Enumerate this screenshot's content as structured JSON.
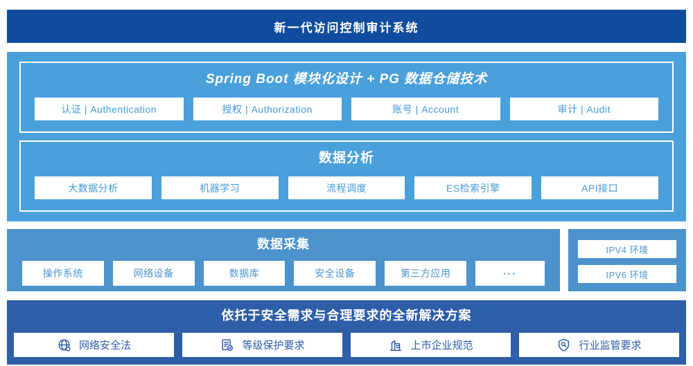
{
  "banner": {
    "title": "新一代访问控制审计系统"
  },
  "platform": {
    "modules": {
      "title": "Spring Boot 模块化设计 + PG 数据仓储技术",
      "items": [
        "认证 | Authentication",
        "授权 | Authorization",
        "账号 | Account",
        "审计 | Audit"
      ]
    },
    "analysis": {
      "title": "数据分析",
      "items": [
        "大数据分析",
        "机器学习",
        "流程调度",
        "ES检索引擎",
        "API接口"
      ]
    }
  },
  "collection": {
    "title": "数据采集",
    "items": [
      "操作系统",
      "网络设备",
      "数据库",
      "安全设备",
      "第三方应用",
      "···"
    ]
  },
  "environments": {
    "items": [
      "IPV4 环境",
      "IPV6 环境"
    ]
  },
  "solution": {
    "title": "依托于安全需求与合理要求的全新解决方案",
    "items": [
      {
        "icon": "globe-icon",
        "label": "网络安全法"
      },
      {
        "icon": "document-check-icon",
        "label": "等级保护要求"
      },
      {
        "icon": "building-icon",
        "label": "上市企业规范"
      },
      {
        "icon": "shield-search-icon",
        "label": "行业监管要求"
      }
    ]
  },
  "colors": {
    "navy": "#114C9E",
    "sky": "#4AA0DB",
    "mid": "#4C92CD",
    "dark": "#2F5EA8",
    "text_sky": "#4199D6",
    "text_mid": "#4B93CE",
    "text_dark": "#2D5BA6"
  }
}
